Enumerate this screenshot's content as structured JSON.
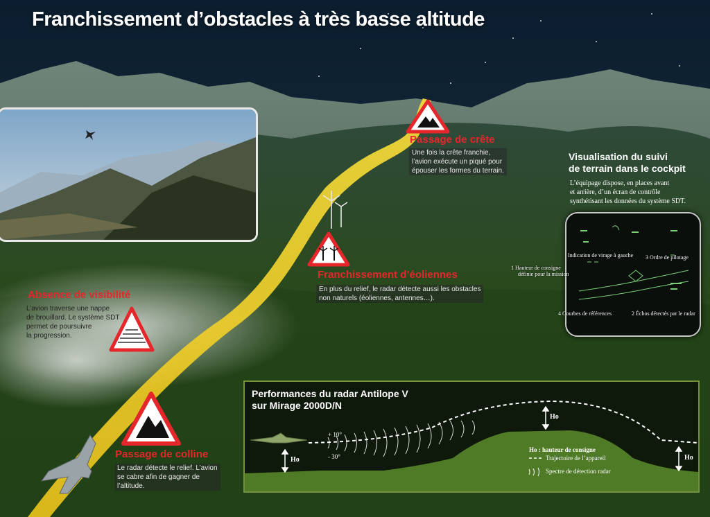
{
  "title": "Franchissement d’obstacles à très basse altitude",
  "callouts": {
    "crete": {
      "heading": "Passage de crête",
      "text": [
        "Une fois la crête franchie,",
        "l’avion exécute un piqué pour",
        "épouser les formes du terrain."
      ]
    },
    "eoliennes": {
      "heading": "Franchissement d’éoliennes",
      "text": [
        "En plus du relief, le radar détecte aussi les obstacles",
        "non naturels (éoliennes, antennes…)."
      ]
    },
    "visibilite": {
      "heading": "Absence de visibilité",
      "text": [
        "L’avion traverse une nappe",
        "de brouillard. Le système SDT",
        "permet de poursuivre",
        "la progression."
      ]
    },
    "colline": {
      "heading": "Passage de colline",
      "text": [
        "Le radar détecte le relief. L’avion",
        "se cabre afin de gagner de",
        "l’altitude."
      ]
    }
  },
  "cockpit": {
    "title": [
      "Visualisation du suivi",
      "de terrain dans le cockpit"
    ],
    "text": [
      "L’équipage dispose, en places avant",
      "et arrière, d’un écran de contrôle",
      "synthétisant les données du système SDT."
    ],
    "labels": {
      "virage": "Indication de virage à gauche",
      "ordre": "3 Ordre de pilotage",
      "hauteur1": "1 Hauteur de consigne",
      "hauteur2": "définie pour la mission",
      "courbes": "4 Courbes de références",
      "echos": "2 Échos détectés par le radar"
    }
  },
  "radar": {
    "title": [
      "Performances du radar Antilope V",
      "sur Mirage 2000D/N"
    ],
    "angle_up": "+ 10°",
    "angle_down": "- 30°",
    "ho": "Ho",
    "legend": {
      "ho": "Ho : hauteur de consigne",
      "trajectoire": "Trajectoire de l’appareil",
      "spectre": "Spectre de détection radar"
    }
  },
  "colors": {
    "accent_red": "#e5262b",
    "trajectory_yellow": "#f2d12a",
    "panel_green": "#76913c",
    "terrain_green": "#4f7a26"
  }
}
